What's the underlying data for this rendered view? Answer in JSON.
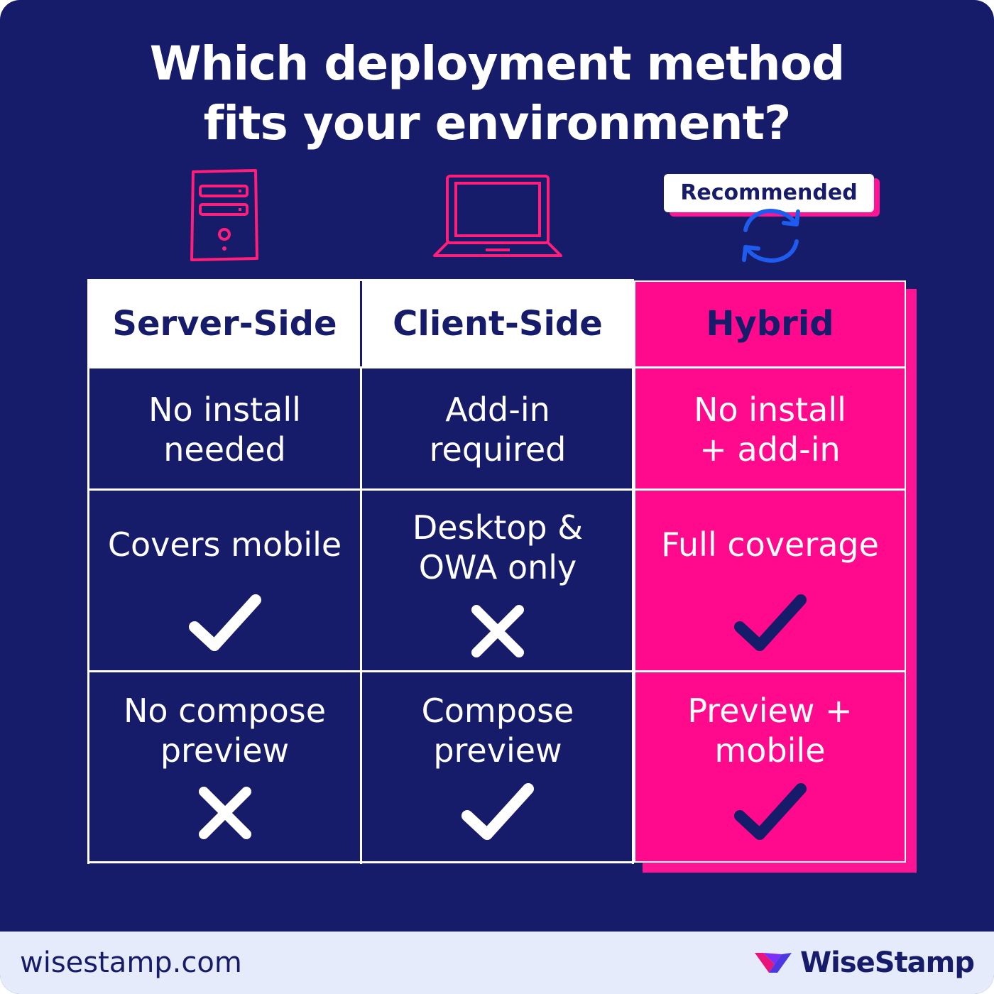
{
  "title": {
    "line1": "Which deployment method",
    "line2": "fits your environment?"
  },
  "badge": "Recommended",
  "icons": {
    "server_side": "server-tower-icon",
    "client_side": "laptop-icon",
    "hybrid": "sync-arrows-icon"
  },
  "columns": [
    {
      "header": "Server-Side",
      "rows": [
        {
          "text": "No install needed",
          "mark": null
        },
        {
          "text": "Covers mobile",
          "mark": "check"
        },
        {
          "text": "No compose preview",
          "mark": "cross"
        }
      ]
    },
    {
      "header": "Client-Side",
      "rows": [
        {
          "text": "Add-in required",
          "mark": null
        },
        {
          "text": "Desktop & OWA only",
          "mark": "cross"
        },
        {
          "text": "Compose preview",
          "mark": "check"
        }
      ]
    },
    {
      "header": "Hybrid",
      "rows": [
        {
          "text": "No install + add-in",
          "mark": null
        },
        {
          "text": "Full coverage",
          "mark": "check"
        },
        {
          "text": "Preview + mobile",
          "mark": "check"
        }
      ]
    }
  ],
  "footer": {
    "domain": "wisestamp.com",
    "brand": "WiseStamp",
    "logo_icon": "wisestamp-logo-icon"
  },
  "colors": {
    "background": "#161b6a",
    "accent": "#ff0a8c",
    "footer": "#e6ebfb",
    "sync_icon": "#1e5cf0"
  }
}
